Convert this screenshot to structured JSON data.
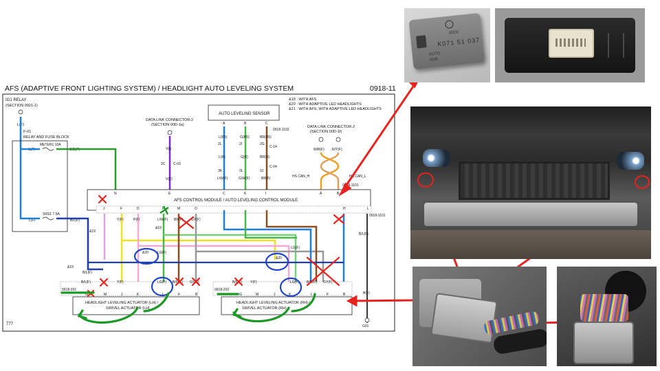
{
  "diagram": {
    "title": "AFS (ADAPTIVE FRONT LIGHTING SYSTEM) / HEADLIGHT AUTO LEVELING SYSTEM",
    "page_code": "0918-11",
    "ig1_relay": "IG1 RELAY",
    "ig1_section": "(SECTION 0921-1)",
    "ig1_wire": "L(F)",
    "fuse_block_id": "F-01",
    "fuse_block_name": "RELAY AND FUSE BLOCK",
    "fuse_meter": "METER1 10A",
    "fuse_srs": "SRS1 7.5A",
    "wire_meter_in": "L(F)",
    "wire_meter_out": "G/B(F)",
    "wire_srs_in": "L(F)",
    "wire_srs_out": "B/L(F)",
    "dlc_left_title": "DATA LINK CONNECTOR-2",
    "dlc_left_section": "(SECTION 00D-1a)",
    "dlc_right_title": "DATA LINK CONNECTOR-2",
    "dlc_right_section": "(SECTION 00D-1f)",
    "wire_v_top": "V(I)",
    "wire_v_bottom": "V(F)",
    "conn_2c": "2C",
    "conn_c03": "C-03",
    "sensor_name": "AUTO LEVELING SENSOR",
    "sensor_pins": [
      "A",
      "B",
      "C"
    ],
    "sensor_wires_top": [
      "L(R5)",
      "G(R5)",
      "BR(R5)"
    ],
    "sensor_mid_codes": [
      "2L",
      "2I",
      "2G"
    ],
    "sensor_wires_mid": [
      "L(R)",
      "G(R)",
      "BR(R)"
    ],
    "sensor_codes_2": [
      "3L",
      "3J"
    ],
    "sensor_wires_bottom": [
      "L/W(F)",
      "G/W(F)",
      "BR(F)"
    ],
    "sensor_3k": "3K",
    "conn_0918_1102": "0918-1102",
    "conn_c14": "C-14",
    "conn_c04": "C-04",
    "can_wires": [
      "W/B(F)",
      "R/Y(F)"
    ],
    "hs_can_h": "HS CAN_H",
    "hs_can_l": "HS CAN_L",
    "conn_0918_1101": "0918-1101",
    "legend_19": "&19 : WITH AFS",
    "legend_20": "&20 : WITH ADAPTIVE LED HEADLIGHTS",
    "legend_21": "&21 : WITH AFS, WITH ADAPTIVE LED HEADLIGHTS",
    "module_name": "AFS CONTROL MODULE / AUTO LEVELING CONTROL MODULE",
    "module_pins_top": [
      "N",
      "E",
      "C",
      "K",
      "I",
      "A",
      "B"
    ],
    "module_pins_bottom": [
      "J",
      "F",
      "D",
      "P",
      "M",
      "O",
      "H",
      "L"
    ],
    "module_wires": [
      "Y(F)",
      "P(F)",
      "L/W(F)",
      "BR(F)",
      "GY(F)"
    ],
    "ref_19a": "&19",
    "ref_19b": "&19",
    "ref_19c": "&19",
    "ref_20a": "&20",
    "ref_20b": "&20",
    "wire_bl_right": "B/L(F)",
    "wire_lg_left": "LG(F)",
    "wire_lg_right": "LG(F)",
    "conn_lh": "0918-201",
    "conn_rh": "0918-202",
    "act_lh_line1": "HEADLIGHT LEVELING ACTUATOR (LH) /",
    "act_lh_line2": "SWIVEL ACTUATOR (LH)",
    "act_rh_line1": "HEADLIGHT LEVELING ACTUATOR (RH) /",
    "act_rh_line2": "SWIVEL ACTUATOR (RH)",
    "act_pins": [
      "G",
      "M",
      "J",
      "K",
      "L",
      "F",
      "B"
    ],
    "act_wires": [
      "B/L(F)",
      "Y(F)",
      "LG(F)",
      "B/G(F)",
      "GY(F)"
    ],
    "wire_bf": "B(F)",
    "ground_right": "G01",
    "footer_code": "777"
  },
  "photos": {
    "module_label_line1": "AUTO",
    "module_label_line2": "ADB",
    "module_part_code": "K071 51 037",
    "module_small_text": "40D0"
  },
  "colors": {
    "red_annotation": "#e8231d",
    "green_annotation": "#1a9a24",
    "blue_annotation": "#1f46c9"
  }
}
